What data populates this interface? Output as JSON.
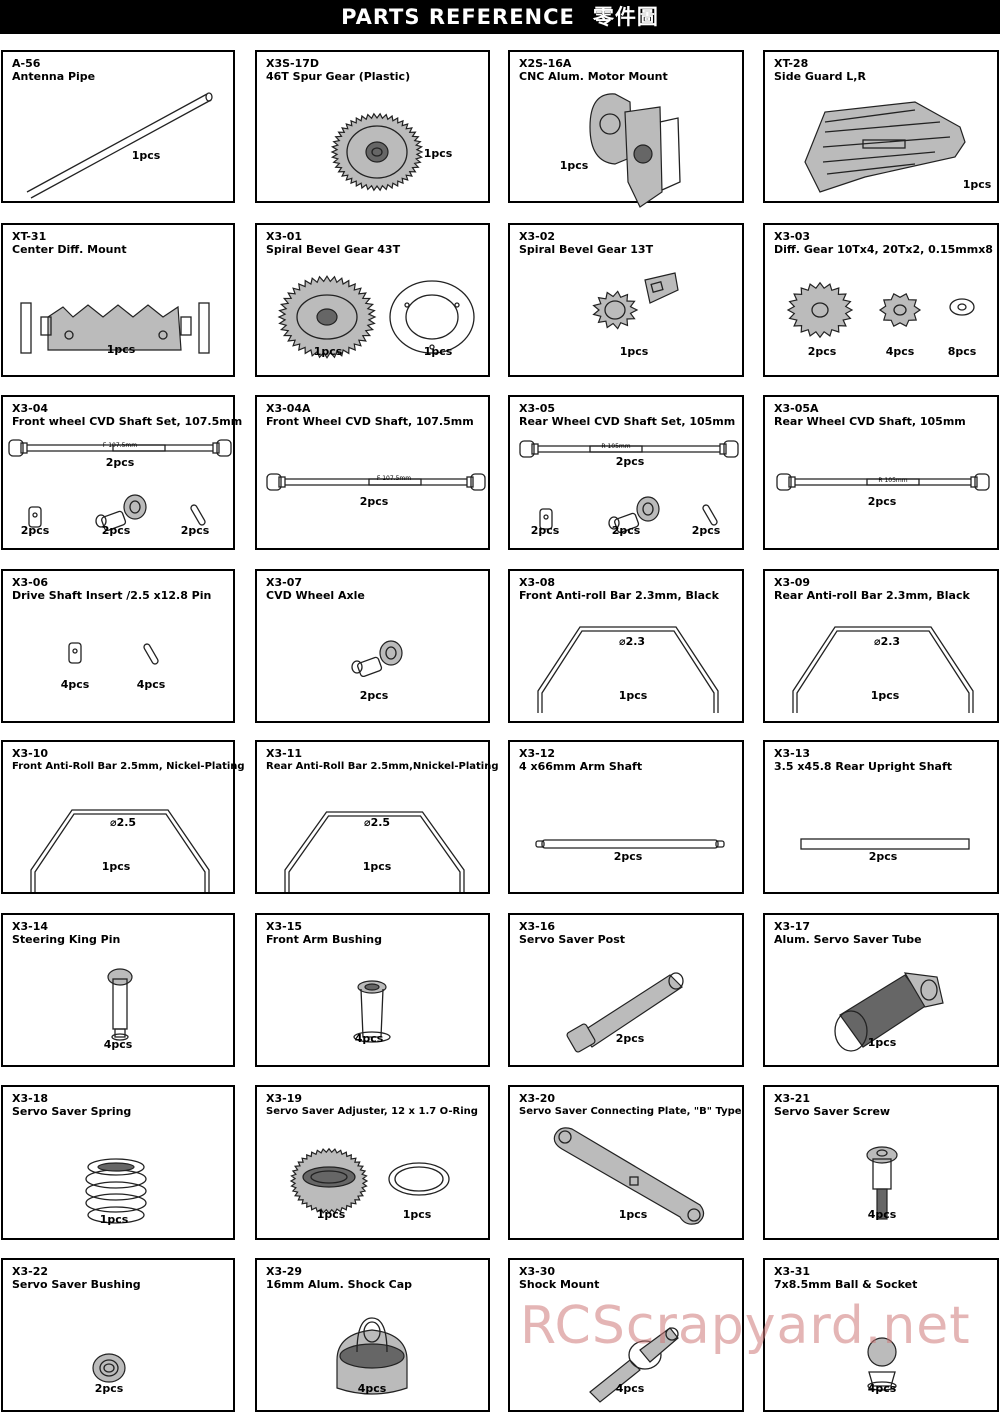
{
  "header": {
    "title": "PARTS REFERENCE",
    "title_cjk": "零件圖"
  },
  "parts": [
    {
      "code": "A-56",
      "name": "Antenna Pipe",
      "qty": [
        "1pcs"
      ]
    },
    {
      "code": "X3S-17D",
      "name": "46T Spur Gear (Plastic)",
      "qty": [
        "1pcs"
      ]
    },
    {
      "code": "X2S-16A",
      "name": "CNC Alum. Motor Mount",
      "qty": [
        "1pcs"
      ]
    },
    {
      "code": "XT-28",
      "name": "Side Guard L,R",
      "qty": [
        "1pcs"
      ]
    },
    {
      "code": "XT-31",
      "name": "Center Diff. Mount",
      "qty": [
        "1pcs"
      ]
    },
    {
      "code": "X3-01",
      "name": "Spiral Bevel Gear 43T",
      "qty": [
        "1pcs",
        "1pcs"
      ]
    },
    {
      "code": "X3-02",
      "name": "Spiral Bevel Gear 13T",
      "qty": [
        "1pcs"
      ]
    },
    {
      "code": "X3-03",
      "name": "Diff. Gear 10Tx4,  20Tx2, 0.15mmx8",
      "qty": [
        "2pcs",
        "4pcs",
        "8pcs"
      ]
    },
    {
      "code": "X3-04",
      "name": "Front wheel CVD Shaft Set, 107.5mm",
      "qty": [
        "2pcs",
        "2pcs",
        "2pcs",
        "2pcs"
      ],
      "shaft_label": "F 107.5mm"
    },
    {
      "code": "X3-04A",
      "name": "Front Wheel CVD Shaft, 107.5mm",
      "qty": [
        "2pcs"
      ],
      "shaft_label": "F 107.5mm"
    },
    {
      "code": "X3-05",
      "name": "Rear Wheel CVD Shaft Set, 105mm",
      "qty": [
        "2pcs",
        "2pcs",
        "2pcs",
        "2pcs"
      ],
      "shaft_label": "R 105mm"
    },
    {
      "code": "X3-05A",
      "name": "Rear Wheel CVD Shaft, 105mm",
      "qty": [
        "2pcs"
      ],
      "shaft_label": "R 105mm"
    },
    {
      "code": "X3-06",
      "name": "Drive Shaft Insert /2.5 x12.8 Pin",
      "qty": [
        "4pcs",
        "4pcs"
      ]
    },
    {
      "code": "X3-07",
      "name": "CVD Wheel Axle",
      "qty": [
        "2pcs"
      ]
    },
    {
      "code": "X3-08",
      "name": "Front Anti-roll Bar  2.3mm, Black",
      "qty": [
        "1pcs"
      ],
      "dia_label": "⌀2.3"
    },
    {
      "code": "X3-09",
      "name": "Rear Anti-roll Bar  2.3mm, Black",
      "qty": [
        "1pcs"
      ],
      "dia_label": "⌀2.3"
    },
    {
      "code": "X3-10",
      "name": "Front Anti-Roll Bar  2.5mm, Nickel-Plating",
      "qty": [
        "1pcs"
      ],
      "dia_label": "⌀2.5"
    },
    {
      "code": "X3-11",
      "name": "Rear Anti-Roll Bar  2.5mm,Nnickel-Plating",
      "qty": [
        "1pcs"
      ],
      "dia_label": "⌀2.5"
    },
    {
      "code": "X3-12",
      "name": "4 x66mm Arm Shaft",
      "qty": [
        "2pcs"
      ]
    },
    {
      "code": "X3-13",
      "name": "3.5 x45.8 Rear Upright Shaft",
      "qty": [
        "2pcs"
      ]
    },
    {
      "code": "X3-14",
      "name": "Steering King Pin",
      "qty": [
        "4pcs"
      ]
    },
    {
      "code": "X3-15",
      "name": "Front Arm Bushing",
      "qty": [
        "4pcs"
      ]
    },
    {
      "code": "X3-16",
      "name": "Servo Saver Post",
      "qty": [
        "2pcs"
      ]
    },
    {
      "code": "X3-17",
      "name": "Alum. Servo Saver Tube",
      "qty": [
        "1pcs"
      ]
    },
    {
      "code": "X3-18",
      "name": "Servo Saver Spring",
      "qty": [
        "1pcs"
      ]
    },
    {
      "code": "X3-19",
      "name": "Servo Saver Adjuster, 12 x 1.7 O-Ring",
      "qty": [
        "1pcs",
        "1pcs"
      ]
    },
    {
      "code": "X3-20",
      "name": "Servo Saver Connecting Plate, \"B\" Type",
      "qty": [
        "1pcs"
      ]
    },
    {
      "code": "X3-21",
      "name": "Servo Saver Screw",
      "qty": [
        "4pcs"
      ]
    },
    {
      "code": "X3-22",
      "name": "Servo Saver Bushing",
      "qty": [
        "2pcs"
      ]
    },
    {
      "code": "X3-29",
      "name": "16mm Alum. Shock Cap",
      "qty": [
        "4pcs"
      ]
    },
    {
      "code": "X3-30",
      "name": "Shock Mount",
      "qty": [
        "4pcs"
      ]
    },
    {
      "code": "X3-31",
      "name": "7x8.5mm Ball & Socket",
      "qty": [
        "4pcs"
      ]
    }
  ],
  "watermark": "RCScrapyard.net"
}
